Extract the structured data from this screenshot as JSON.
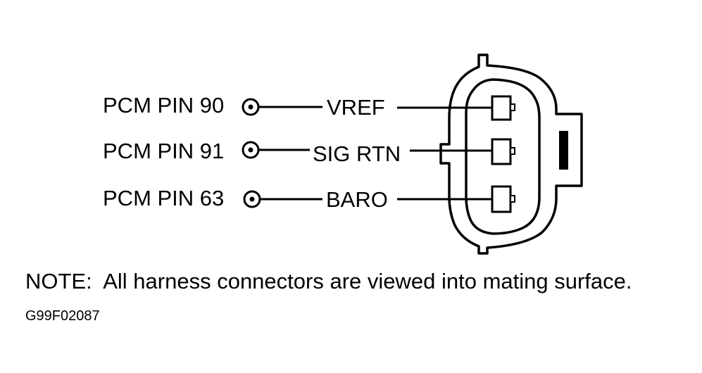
{
  "pins": [
    {
      "pcm_label": "PCM PIN 90",
      "signal": "VREF"
    },
    {
      "pcm_label": "PCM PIN 91",
      "signal": "SIG RTN"
    },
    {
      "pcm_label": "PCM PIN 63",
      "signal": "BARO"
    }
  ],
  "note": "NOTE:  All harness connectors are viewed into mating surface.",
  "figure_code": "G99F02087"
}
